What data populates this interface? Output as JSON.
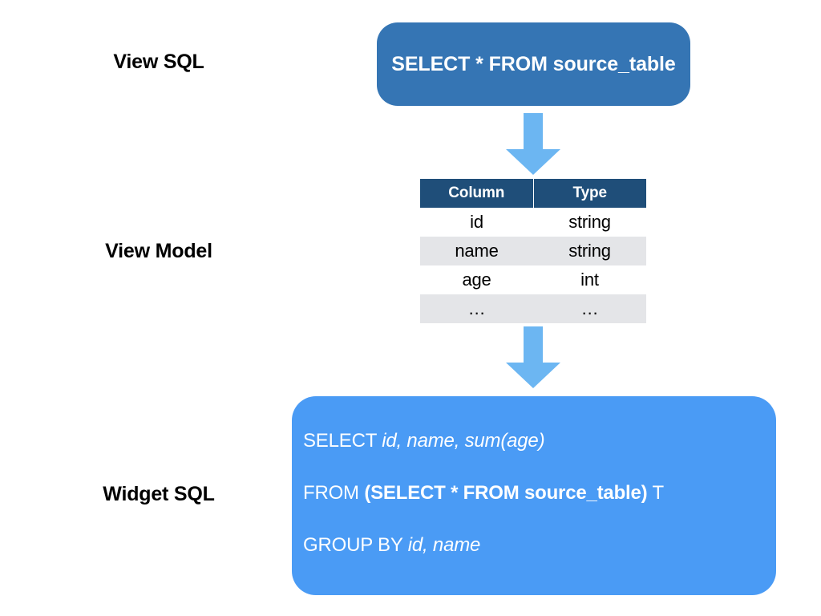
{
  "labels": {
    "view_sql": "View SQL",
    "view_model": "View Model",
    "widget_sql": "Widget SQL"
  },
  "view_sql_box": {
    "text": "SELECT * FROM source_table",
    "color": "#3575b4",
    "text_color": "#ffffff"
  },
  "arrows": {
    "icon": "down-arrow-icon",
    "color": "#6cb6f2",
    "count": 2
  },
  "view_model_table": {
    "headers": [
      "Column",
      "Type"
    ],
    "header_bg": "#1f4e79",
    "header_text_color": "#ffffff",
    "alt_row_bg": "#e4e5e8",
    "rows": [
      {
        "column": "id",
        "type": "string"
      },
      {
        "column": "name",
        "type": "string"
      },
      {
        "column": "age",
        "type": "int"
      },
      {
        "column": "…",
        "type": "…"
      }
    ]
  },
  "widget_sql_box": {
    "color": "#4a9bf5",
    "text_color": "#ffffff",
    "lines": [
      {
        "plain_1": "SELECT ",
        "italic": "id, name, sum(age)",
        "plain_2": ""
      },
      {
        "plain_1": "FROM ",
        "bold": "(SELECT * FROM source_table)",
        "plain_2": " T"
      },
      {
        "plain_1": "GROUP BY ",
        "italic": "id, name",
        "plain_2": ""
      }
    ]
  }
}
